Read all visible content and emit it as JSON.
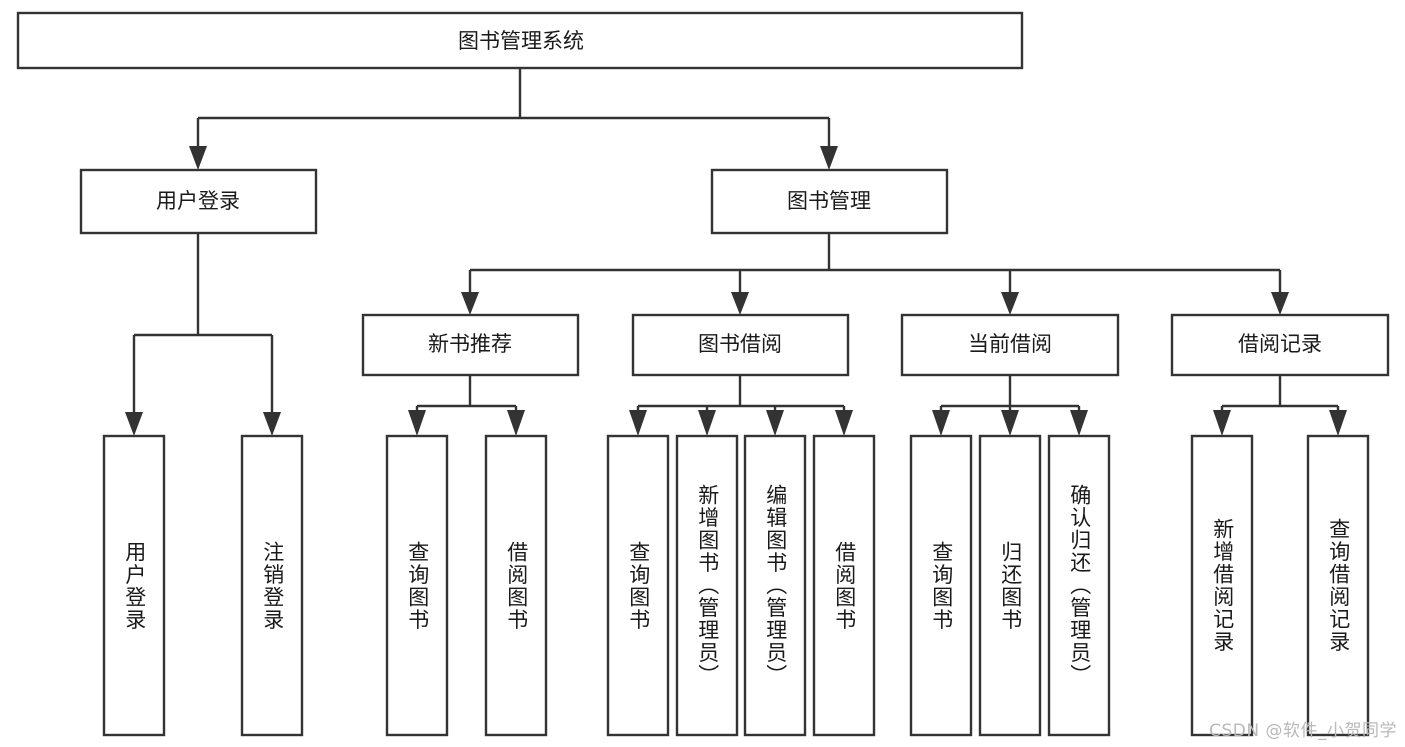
{
  "diagram": {
    "type": "tree",
    "title": "图书管理系统",
    "root": {
      "label": "图书管理系统"
    },
    "level1": [
      {
        "label": "用户登录"
      },
      {
        "label": "图书管理"
      }
    ],
    "level2": [
      {
        "label": "新书推荐"
      },
      {
        "label": "图书借阅"
      },
      {
        "label": "当前借阅"
      },
      {
        "label": "借阅记录"
      }
    ],
    "leaves": {
      "user_login": [
        {
          "label": "用户登录"
        },
        {
          "label": "注销登录"
        }
      ],
      "new_book_recommend": [
        {
          "label": "查询图书"
        },
        {
          "label": "借阅图书"
        }
      ],
      "book_borrow": [
        {
          "label": "查询图书"
        },
        {
          "label": "新增图书（管理员）"
        },
        {
          "label": "编辑图书（管理员）"
        },
        {
          "label": "借阅图书"
        }
      ],
      "current_borrow": [
        {
          "label": "查询图书"
        },
        {
          "label": "归还图书"
        },
        {
          "label": "确认归还（管理员）"
        }
      ],
      "borrow_record": [
        {
          "label": "新增借阅记录"
        },
        {
          "label": "查询借阅记录"
        }
      ]
    }
  },
  "watermark": {
    "text": "CSDN @软件_小贺同学"
  },
  "colors": {
    "box_stroke": "#333333",
    "box_fill": "#ffffff",
    "text": "#1a1a1a",
    "watermark": "#b9b9b9",
    "background": "#ffffff"
  }
}
